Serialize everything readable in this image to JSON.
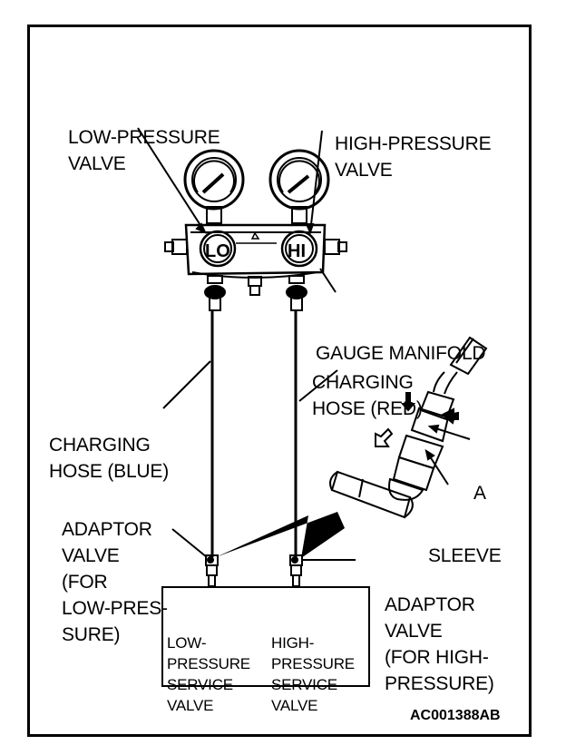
{
  "figure": {
    "code": "AC001388AB",
    "labels": {
      "low_pressure_valve": [
        "LOW-PRESSURE",
        "VALVE"
      ],
      "high_pressure_valve": [
        "HIGH-PRESSURE",
        "VALVE"
      ],
      "gauge_manifold": [
        "GAUGE MANIFOLD"
      ],
      "charging_hose_red": [
        "CHARGING",
        "HOSE (RED)"
      ],
      "charging_hose_blue": [
        "CHARGING",
        "HOSE (BLUE)"
      ],
      "part_a": [
        "A"
      ],
      "sleeve": [
        "SLEEVE"
      ],
      "adaptor_valve_low": [
        "ADAPTOR",
        "VALVE",
        "(FOR",
        "LOW-PRES-",
        "SURE)"
      ],
      "adaptor_valve_high": [
        "ADAPTOR",
        "VALVE",
        "(FOR HIGH-",
        "PRESSURE)"
      ],
      "low_service_valve": [
        "LOW-",
        "PRESSURE",
        "SERVICE",
        "VALVE"
      ],
      "high_service_valve": [
        "HIGH-",
        "PRESSURE",
        "SERVICE",
        "VALVE"
      ]
    },
    "valve_knob_labels": {
      "low": "LO",
      "high": "HI"
    }
  }
}
